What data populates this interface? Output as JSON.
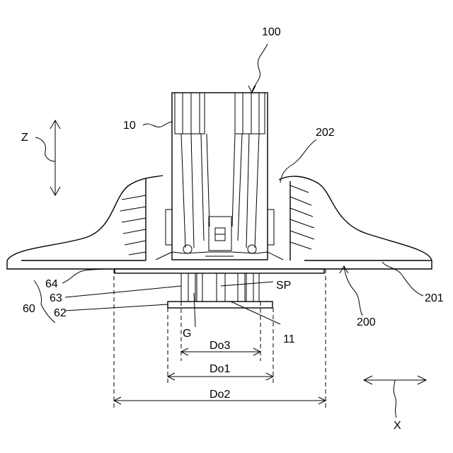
{
  "labels": {
    "ref_100": "100",
    "ref_10": "10",
    "ref_202": "202",
    "ref_201": "201",
    "ref_200": "200",
    "ref_z": "Z",
    "ref_x": "X",
    "ref_64": "64",
    "ref_63": "63",
    "ref_62": "62",
    "ref_60": "60",
    "ref_sp": "SP",
    "ref_g": "G",
    "ref_11": "11",
    "dim_do3": "Do3",
    "dim_do1": "Do1",
    "dim_do2": "Do2"
  }
}
